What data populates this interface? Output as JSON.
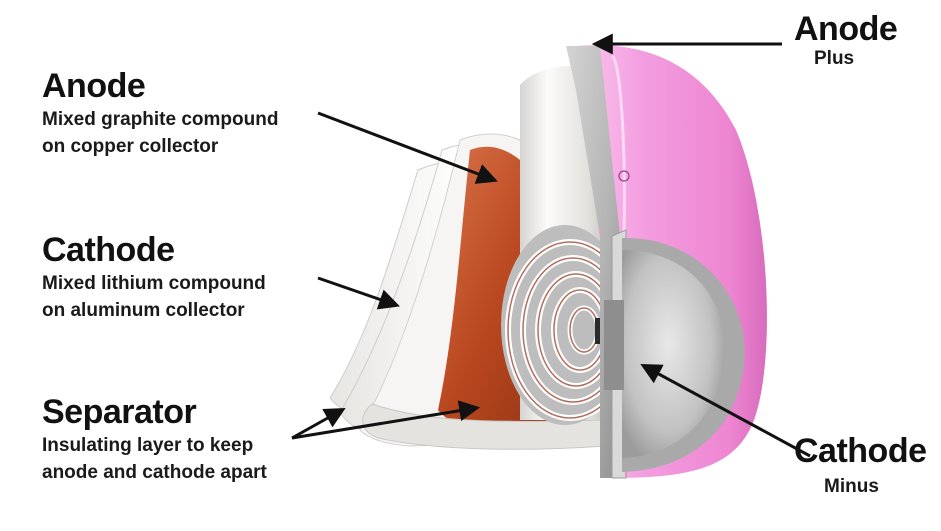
{
  "labels": {
    "anode_left": {
      "title": "Anode",
      "line1": "Mixed graphite compound",
      "line2": "on copper collector"
    },
    "cathode_left": {
      "title": "Cathode",
      "line1": "Mixed lithium compound",
      "line2": "on aluminum collector"
    },
    "separator": {
      "title": "Separator",
      "line1": "Insulating layer to keep",
      "line2": "anode and cathode apart"
    },
    "anode_right": {
      "title": "Anode",
      "sub": "Plus"
    },
    "cathode_right": {
      "title": "Cathode",
      "sub": "Minus"
    }
  },
  "colors": {
    "casing": "#f190d6",
    "copper": "#c4522e",
    "steel": "#b9b9b9",
    "sheet": "#efeeec",
    "arrow": "#111111"
  }
}
